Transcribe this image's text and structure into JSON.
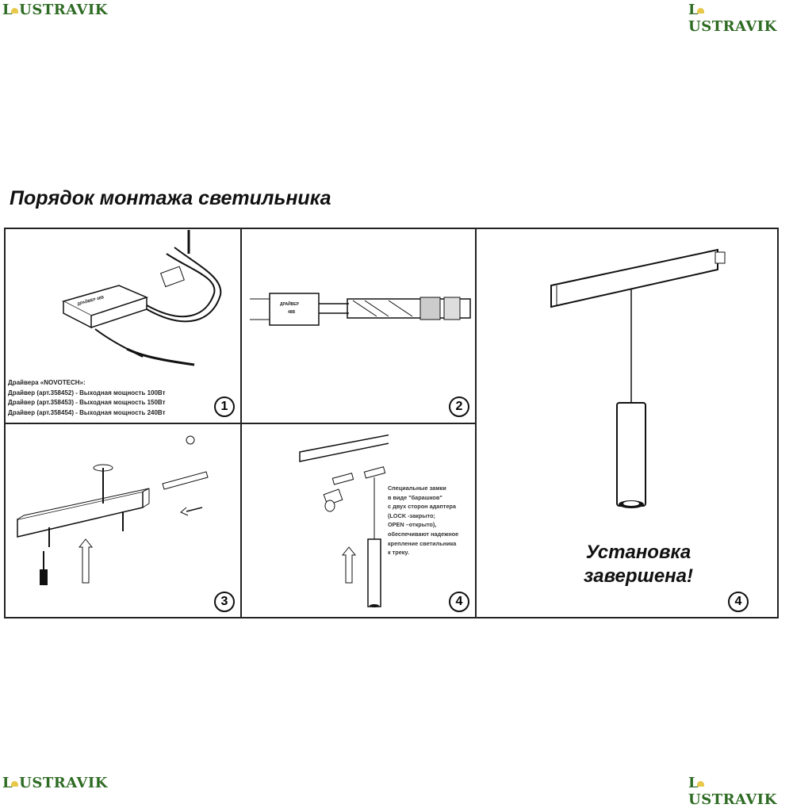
{
  "logo_text": "LUSTRAVIK",
  "title": "Порядок монтажа светильника",
  "panel1": {
    "driver_label": "ДРАЙВЕР 48В",
    "lines": [
      "Драйвера «NOVOTECH»:",
      "Драйвер (арт.358452) - Выходная мощность 100Вт",
      "Драйвер (арт.358453) - Выходная мощность 150Вт",
      "Драйвер (арт.358454) - Выходная мощность 240Вт"
    ],
    "step": "1"
  },
  "panel2": {
    "driver_label": "ДРАЙВЕР 48В",
    "step": "2"
  },
  "panel3": {
    "step": "3"
  },
  "panel4": {
    "note_lines": [
      "Специальные замки",
      "в виде \"барашков\"",
      "с двух сторон адаптера",
      "(LOCK -закрыто;",
      "OPEN –открыто),",
      "обеспечивают надежное",
      "крепление светильника",
      "к треку."
    ],
    "step": "4"
  },
  "panel5": {
    "line1": "Установка",
    "line2": "завершена!",
    "step": "4"
  }
}
